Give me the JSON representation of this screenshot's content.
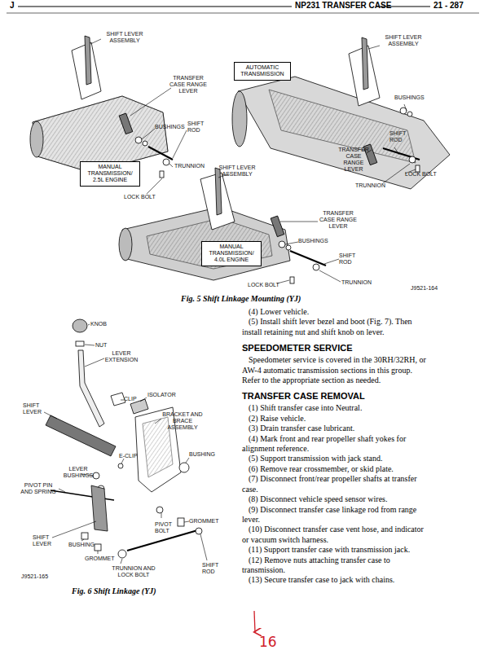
{
  "diagram": {
    "nodes": [
      {
        "text": [
          "MANUAL TRANSMISSION/ 2.5L ENGINE"
        ]
      },
      {
        "text": [
          "AUTOMATIC TRANSMISSION"
        ]
      },
      {
        "text": [
          "MANUAL TRANSMISSION/ 4.0L ENGINE"
        ]
      }
    ],
    "labels": [
      "J",
      "NP231 TRANSFER CASE",
      "21 - 287",
      "SHIFT LEVER ASSEMBLY",
      "TRANSFER CASE RANGE LEVER",
      "BUSHINGS",
      "SHIFT ROD",
      "TRUNNION",
      "LOCK BOLT",
      "SHIFT LEVER ASSEMBLY",
      "BUSHINGS",
      "SHIFT ROD",
      "TRANSFER CASE RANGE LEVER",
      "LOCK BOLT",
      "TRUNNION",
      "SHIFT LEVER ASSEMBLY",
      "TRANSFER CASE RANGE LEVER",
      "BUSHINGS",
      "SHIFT ROD",
      "TRUNNION",
      "LOCK BOLT",
      "J9521-164",
      "Fig. 5 Shift Linkage Mounting (YJ)",
      "KNOB",
      "NUT",
      "LEVER EXTENSION",
      "CLIP",
      "ISOLATOR",
      "SHIFT LEVER",
      "BRACKET AND BRACE ASSEMBLY",
      "E-CLIP",
      "BUSHING",
      "LEVER BUSHINGS",
      "PIVOT PIN AND SPRING",
      "PIVOT BOLT",
      "GROMMET",
      "SHIFT LEVER",
      "BUSHING",
      "GROMMET",
      "TRUNNION AND LOCK BOLT",
      "SHIFT ROD",
      "J9521-165",
      "Fig. 6 Shift Linkage (YJ)",
      "(4) Lower vehicle.",
      "(5) Install shift lever bezel and boot (Fig. 7). Then install retaining nut and shift knob on lever.",
      "SPEEDOMETER SERVICE",
      "Speedometer service is covered in the 30RH/32RH, or AW-4 automatic transmission sections in this group. Refer to the appropriate section as needed.",
      "TRANSFER CASE REMOVAL",
      "(1) Shift transfer case into Neutral.",
      "(2) Raise vehicle.",
      "(3) Drain transfer case lubricant.",
      "(4) Mark front and rear propeller shaft yokes for alignment reference.",
      "(5) Support transmission with jack stand.",
      "(6) Remove rear crossmember, or skid plate.",
      "(7) Disconnect front/rear propeller shafts at transfer case.",
      "(8) Disconnect vehicle speed sensor wires.",
      "(9) Disconnect transfer case linkage rod from range lever.",
      "(10) Disconnect transfer case vent hose, and indicator or vacuum switch harness.",
      "(11) Support transfer case with transmission jack.",
      "(12) Remove nuts attaching transfer case to transmission.",
      "(13) Secure transfer case to jack with chains.",
      "16"
    ]
  }
}
